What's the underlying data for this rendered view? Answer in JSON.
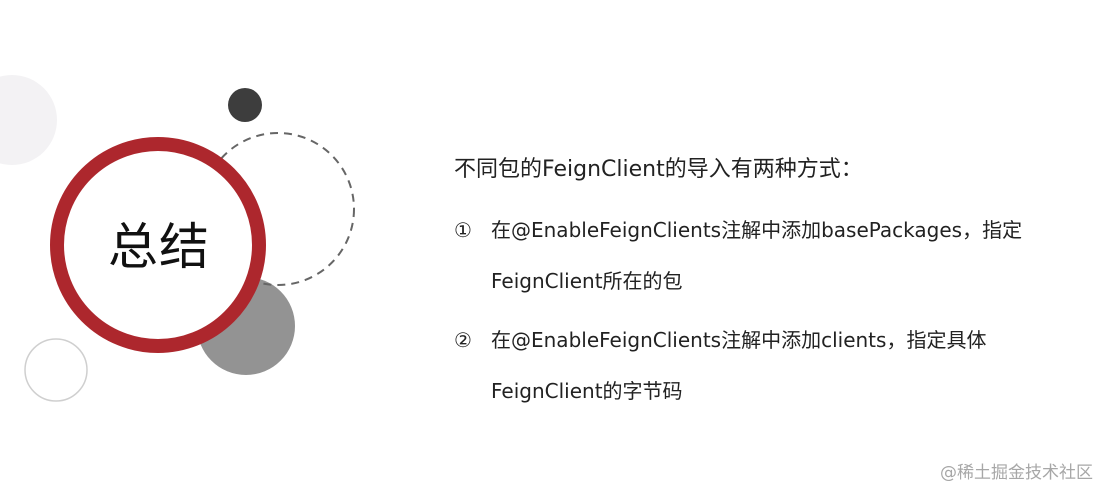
{
  "slide": {
    "title": "总结",
    "heading": "不同包的FeignClient的导入有两种方式：",
    "items": [
      {
        "marker": "①",
        "line1": "在@EnableFeignClients注解中添加basePackages，指定",
        "line2": "FeignClient所在的包"
      },
      {
        "marker": "②",
        "line1": "在@EnableFeignClients注解中添加clients，指定具体",
        "line2": "FeignClient的字节码"
      }
    ]
  },
  "watermark": "@稀土掘金技术社区",
  "colors": {
    "ring": "#ad272d",
    "dark_dot": "#3d3d3d",
    "gray_circle": "#939393",
    "light_blob": "#f3f2f4",
    "outline_circle": "#cfcfcf",
    "dashed_circle": "#666666"
  }
}
